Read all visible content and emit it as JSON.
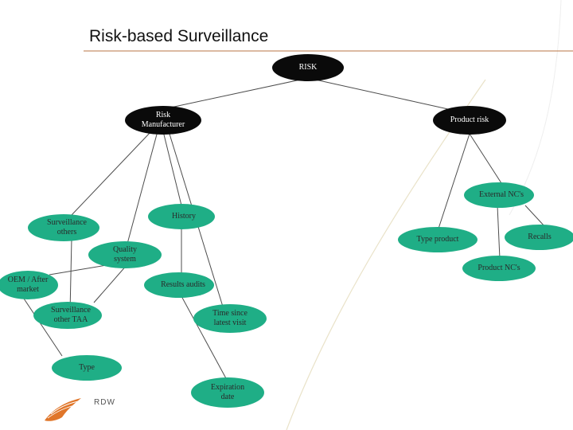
{
  "slide": {
    "title": "Risk-based Surveillance",
    "logo_text": "RDW"
  },
  "colors": {
    "accent_rule": "#c8906a",
    "dark_node": "#0a0a0a",
    "green_node": "#1fae86",
    "edge": "#4d4d4d",
    "background_curve": "#e9e2c8"
  },
  "nodes": {
    "risk": "RISK",
    "risk_manufacturer": "Risk\nManufacturer",
    "product_risk": "Product risk",
    "external_ncs": "External NC's",
    "history": "History",
    "surveillance_others": "Surveillance\nothers",
    "type_product": "Type product",
    "recalls": "Recalls",
    "quality_system": "Quality\nsystem",
    "product_ncs": "Product NC's",
    "oem_aftermarket": "OEM / After\nmarket",
    "results_audits": "Results audits",
    "surveillance_other_taa": "Surveillance\nother TAA",
    "time_since_latest_visit": "Time since\nlatest visit",
    "type": "Type",
    "expiration_date": "Expiration\ndate"
  }
}
